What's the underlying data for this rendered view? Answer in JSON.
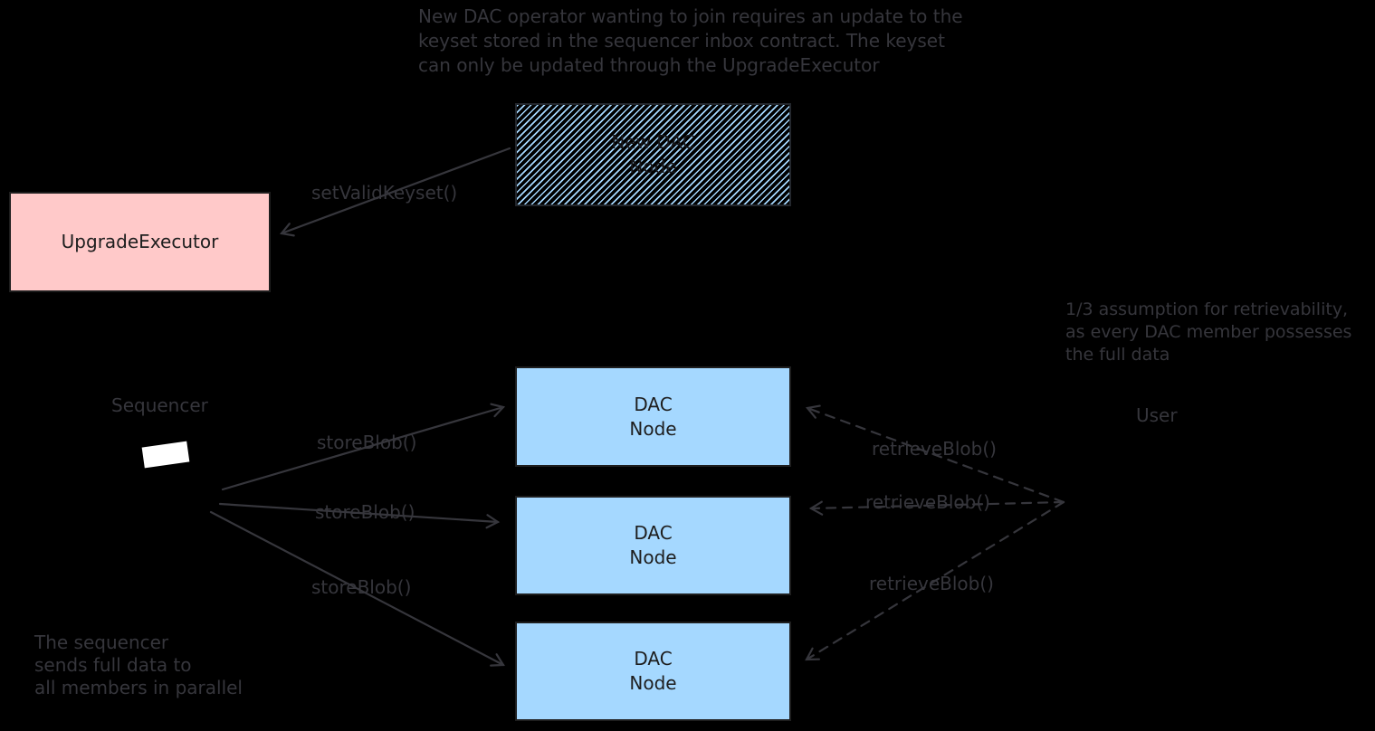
{
  "colors": {
    "background": "#000000",
    "dac_node_fill": "#a5d8ff",
    "upgrade_executor_fill": "#ffc9c9",
    "hatch_stroke": "#a5d8ff",
    "line_gray": "#36363c",
    "box_text_dark": "#1e1e1e",
    "sequencer_icon": "#ffffff"
  },
  "notes": {
    "keyset": [
      "New DAC operator wanting to join requires an update to the",
      "keyset stored in the sequencer inbox contract. The keyset",
      "can only be updated through the UpgradeExecutor"
    ],
    "retrievability": [
      "1/3 assumption for retrievability,",
      "as every DAC member possesses",
      "the full data"
    ],
    "parallel": [
      "The sequencer",
      "sends full data to",
      "all members in parallel"
    ]
  },
  "boxes": {
    "new_dac_node": {
      "line1": "New DAC",
      "line2": "Node"
    },
    "upgrade_executor": {
      "label": "UpgradeExecutor"
    },
    "dac_node": {
      "line1": "DAC",
      "line2": "Node"
    }
  },
  "labels": {
    "sequencer": "Sequencer",
    "user": "User"
  },
  "arrow_labels": {
    "set_valid_keyset": "setValidKeyset()",
    "store_blob": "storeBlob()",
    "retrieve_blob": "retrieveBlob()"
  }
}
